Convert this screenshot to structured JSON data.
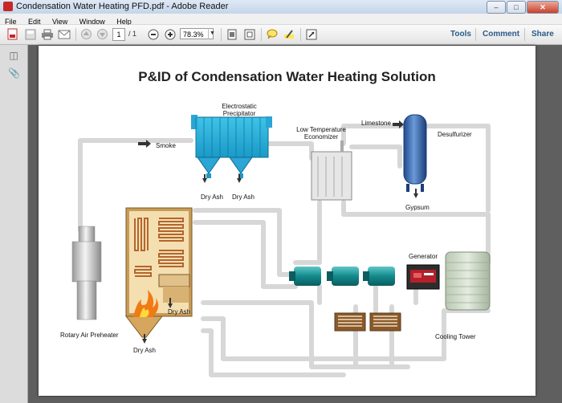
{
  "window": {
    "title": "Condensation Water Heating PFD.pdf - Adobe Reader"
  },
  "menu": [
    "File",
    "Edit",
    "View",
    "Window",
    "Help"
  ],
  "toolbar": {
    "page_current": "1",
    "page_total": "/ 1",
    "zoom": "78.3%",
    "tools": "Tools",
    "comment": "Comment",
    "share": "Share"
  },
  "document": {
    "title": "P&ID of Condensation Water Heating Solution",
    "labels": {
      "precipitator": "Electrostatic Precipitator",
      "smoke": "Smoke",
      "economizer": "Low Temperature Economizer",
      "limestone": "Limestone",
      "desulfurizer": "Desulfurizer",
      "gypsum": "Gypsum",
      "dry_ash": "Dry Ash",
      "generator": "Generator",
      "rotary_air_preheater": "Rotary Air Preheater",
      "cooling_tower": "Cooling Tower"
    }
  }
}
